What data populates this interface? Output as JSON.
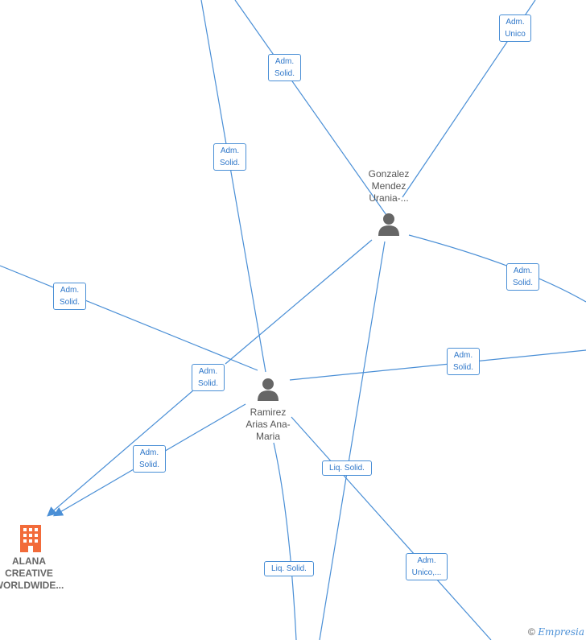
{
  "nodes": {
    "gonzalez": {
      "name": "Gonzalez\nMendez\nUrania-..."
    },
    "ramirez": {
      "name": "Ramirez\nArias Ana-\nMaria"
    },
    "company": {
      "name": "ALANA\nCREATIVE\nWORLDWIDE..."
    }
  },
  "edge_labels": [
    "Adm.\nUnico",
    "Adm.\nSolid.",
    "Adm.\nSolid.",
    "Adm.\nSolid.",
    "Adm.\nSolid.",
    "Adm.\nSolid.",
    "Adm.\nSolid.",
    "Adm.\nSolid.",
    "Liq. Solid.",
    "Liq. Solid.",
    "Adm.\nUnico,..."
  ],
  "footer": {
    "copyright": "©",
    "brand": "Empresia"
  },
  "colors": {
    "edge": "#4a8fd6",
    "company_icon": "#f26b3a",
    "person_icon": "#666666"
  }
}
